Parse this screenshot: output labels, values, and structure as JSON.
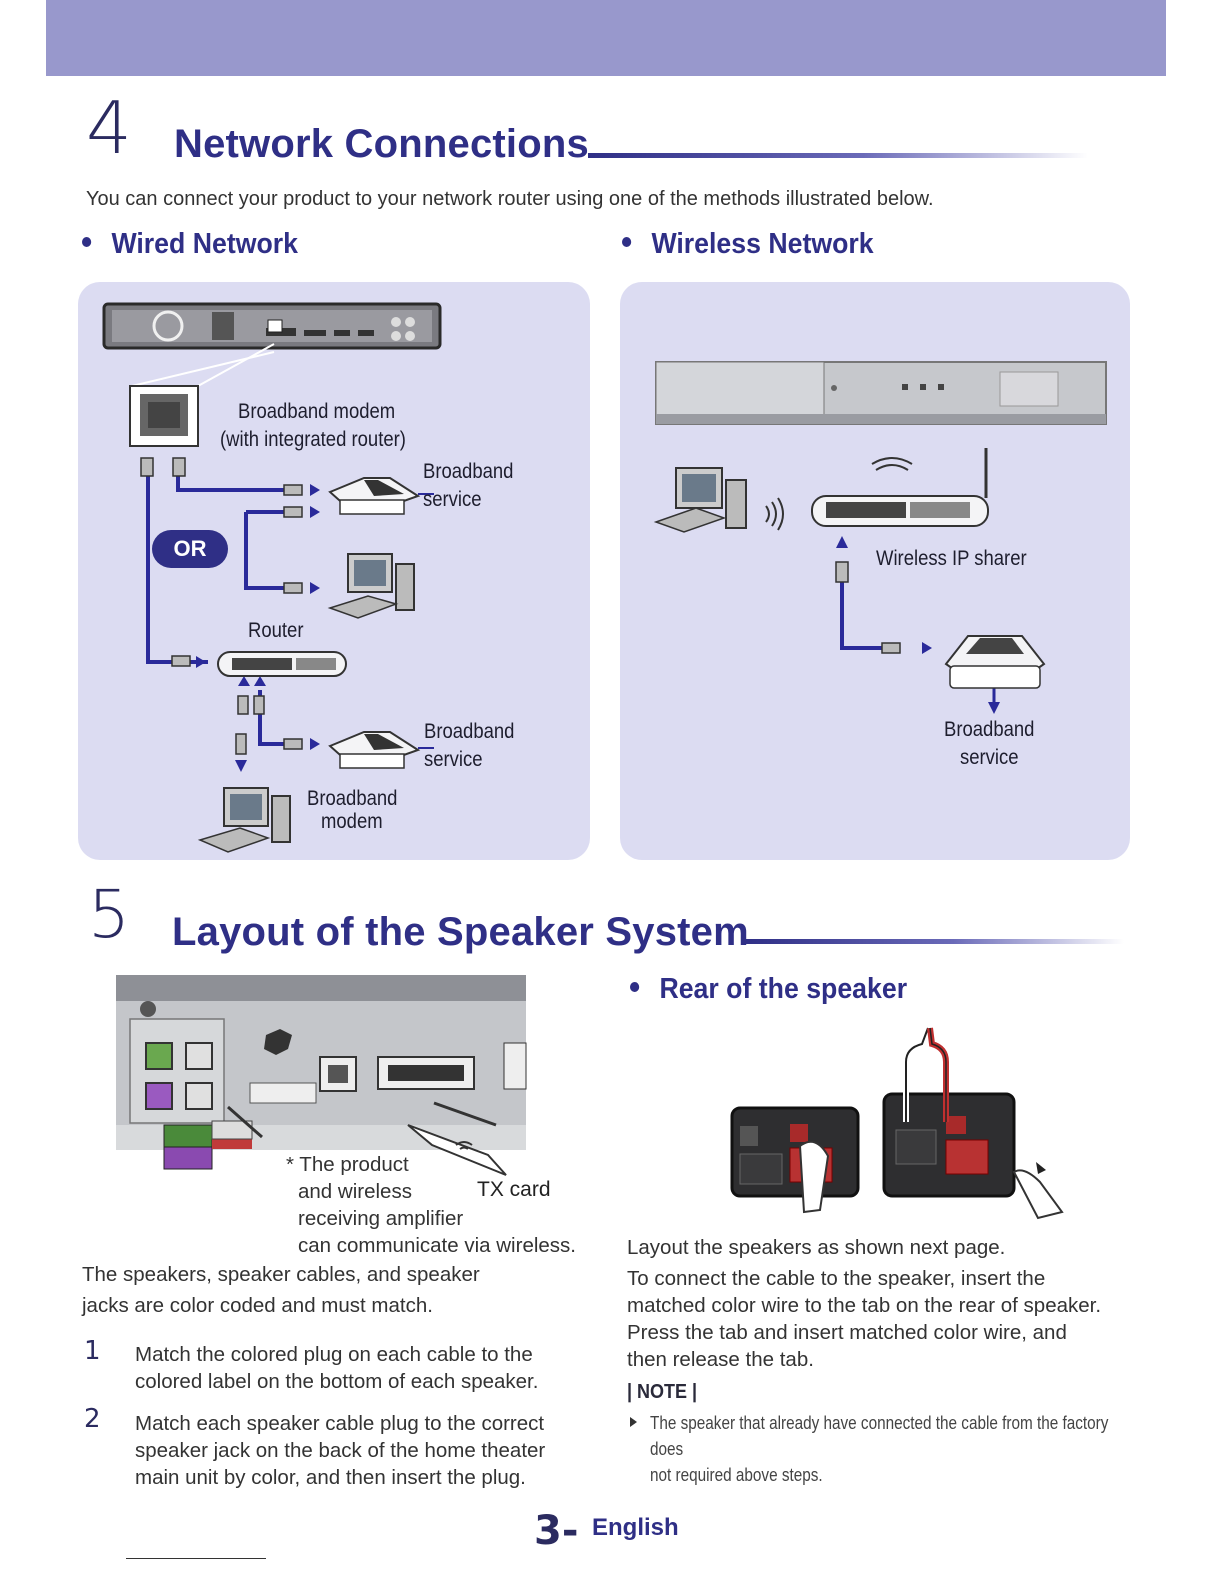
{
  "section4": {
    "number": "4",
    "title": "Network Connections",
    "intro": "You can connect your product to your network router using one of the methods illustrated below."
  },
  "wired": {
    "heading": "Wired Network",
    "labels": {
      "modem_router_1": "Broadband modem",
      "modem_router_2": "(with integrated router)",
      "service_a_1": "Broadband",
      "service_a_2": "service",
      "or": "OR",
      "router": "Router",
      "service_b_1": "Broadband",
      "service_b_2": "service",
      "modem_1": "Broadband",
      "modem_2": "modem"
    }
  },
  "wireless": {
    "heading": "Wireless Network",
    "labels": {
      "sharer": "Wireless IP sharer",
      "service_1": "Broadband",
      "service_2": "service"
    }
  },
  "section5": {
    "number": "5",
    "title": "Layout of the Speaker System",
    "tx_card": "TX card",
    "product_note_1": "* The product",
    "product_note_2": "and wireless",
    "product_note_3": "receiving amplifier",
    "product_note_4": "can communicate via wireless.",
    "color_text_1": "The speakers, speaker cables, and speaker",
    "color_text_2": "jacks are color coded and must match.",
    "steps": [
      {
        "num": "1",
        "line1": "Match the colored plug on each cable to the",
        "line2": "colored label on the bottom of each speaker."
      },
      {
        "num": "2",
        "line1": "Match each speaker cable plug to the correct",
        "line2": "speaker jack on the back of the home theater",
        "line3": "main unit by color, and then insert the plug."
      }
    ]
  },
  "rear": {
    "heading": "Rear of the speaker",
    "text_1": "Layout the speakers as shown next page.",
    "text_2": "To connect the cable to the speaker, insert the",
    "text_3": "matched color wire to the tab on the rear of speaker.",
    "text_4": "Press the tab and insert matched color wire, and",
    "text_5": "then release the tab.",
    "note_heading": "| NOTE |",
    "note_1": "The speaker that already have connected the cable from the factory does",
    "note_2": "not required above steps."
  },
  "footer": {
    "page": "3-",
    "language": "English"
  },
  "colors": {
    "accent": "#2f2f86",
    "band": "#9898cc",
    "panel": "#dcdcf2",
    "cable": "#2a2a9a"
  }
}
